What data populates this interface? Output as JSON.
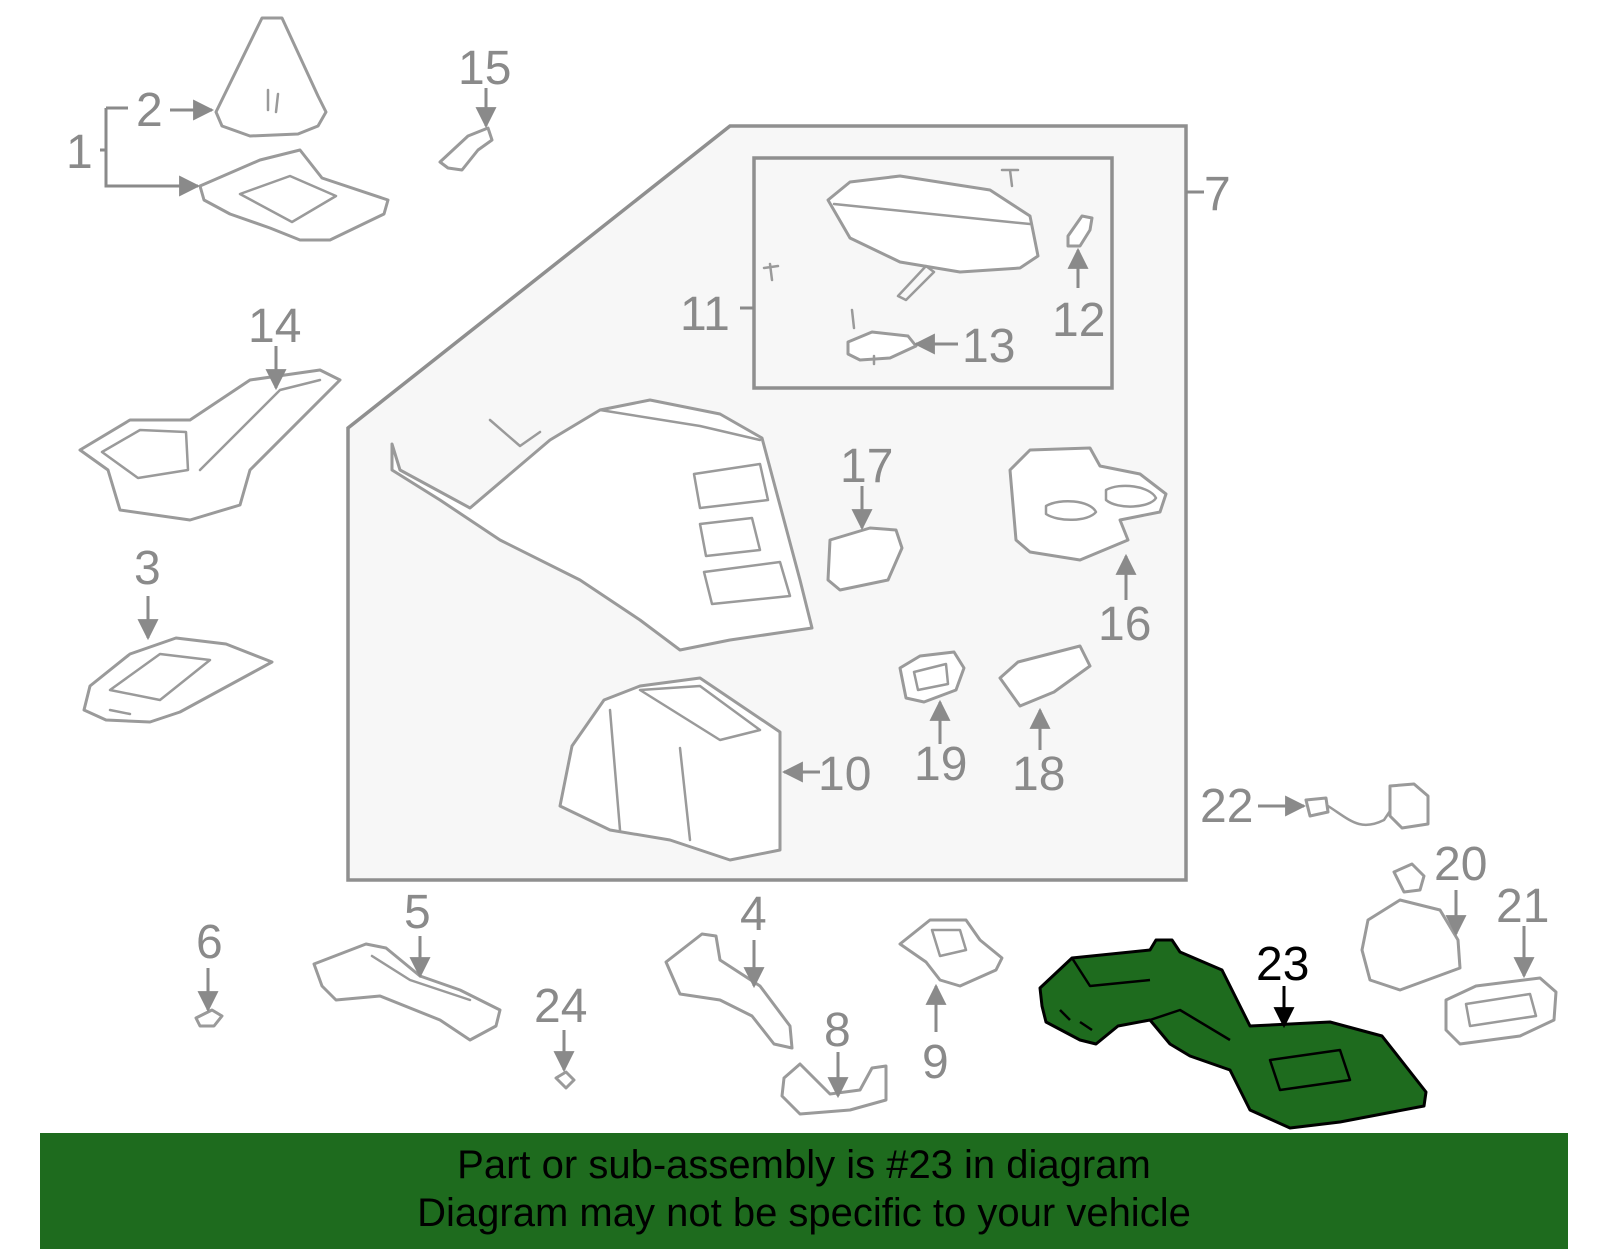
{
  "diagram": {
    "highlight_color": "#1e6b1e",
    "callouts": [
      {
        "id": "1",
        "label": "1"
      },
      {
        "id": "2",
        "label": "2"
      },
      {
        "id": "3",
        "label": "3"
      },
      {
        "id": "4",
        "label": "4"
      },
      {
        "id": "5",
        "label": "5"
      },
      {
        "id": "6",
        "label": "6"
      },
      {
        "id": "7",
        "label": "7"
      },
      {
        "id": "8",
        "label": "8"
      },
      {
        "id": "9",
        "label": "9"
      },
      {
        "id": "10",
        "label": "10"
      },
      {
        "id": "11",
        "label": "11"
      },
      {
        "id": "12",
        "label": "12"
      },
      {
        "id": "13",
        "label": "13"
      },
      {
        "id": "14",
        "label": "14"
      },
      {
        "id": "15",
        "label": "15"
      },
      {
        "id": "16",
        "label": "16"
      },
      {
        "id": "17",
        "label": "17"
      },
      {
        "id": "18",
        "label": "18"
      },
      {
        "id": "19",
        "label": "19"
      },
      {
        "id": "20",
        "label": "20"
      },
      {
        "id": "21",
        "label": "21"
      },
      {
        "id": "22",
        "label": "22"
      },
      {
        "id": "23",
        "label": "23",
        "highlighted": true
      },
      {
        "id": "24",
        "label": "24"
      }
    ]
  },
  "banner": {
    "line1": "Part or sub-assembly is #23 in diagram",
    "line2": "Diagram may not be specific to your vehicle"
  }
}
